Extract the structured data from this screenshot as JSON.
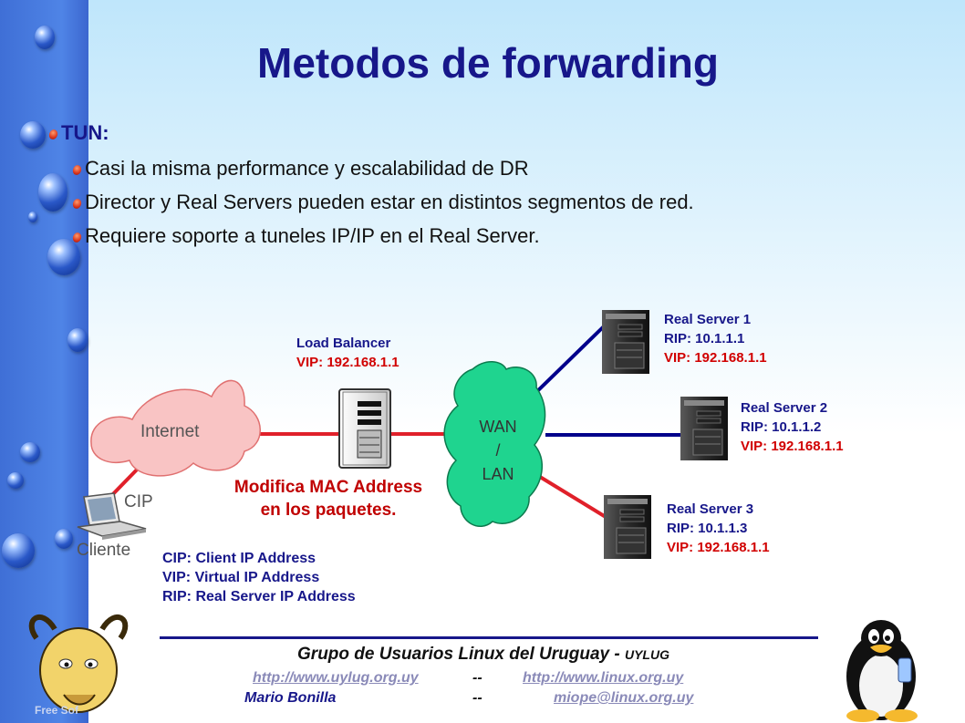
{
  "slide": {
    "title": "Metodos de forwarding"
  },
  "bullets": {
    "level1": "TUN:",
    "level2": [
      "Casi la misma performance y escalabilidad de DR",
      "Director y Real Servers pueden estar en distintos segmentos de red.",
      "Requiere soporte a tuneles IP/IP en el Real Server."
    ]
  },
  "diagram": {
    "internet_label": "Internet",
    "client_label": "Cliente",
    "cip_label": "CIP",
    "load_balancer": {
      "name": "Load Balancer",
      "vip": "VIP: 192.168.1.1"
    },
    "wan": {
      "line1": "WAN",
      "line2": "/",
      "line3": "LAN"
    },
    "mac_note": {
      "line1": "Modifica MAC Address",
      "line2": "en los paquetes."
    },
    "servers": [
      {
        "name": "Real Server 1",
        "rip": "RIP: 10.1.1.1",
        "vip": "VIP: 192.168.1.1"
      },
      {
        "name": "Real Server 2",
        "rip": "RIP: 10.1.1.2",
        "vip": "VIP: 192.168.1.1"
      },
      {
        "name": "Real Server 3",
        "rip": "RIP: 10.1.1.3",
        "vip": "VIP: 192.168.1.1"
      }
    ],
    "legend": [
      "CIP: Client IP Address",
      "VIP: Virtual IP Address",
      "RIP: Real Server IP Address"
    ]
  },
  "footer": {
    "org_name": "Grupo de Usuarios Linux del Uruguay - ",
    "org_abbr": "UYLUG",
    "link1": "http://www.uylug.org.uy",
    "sep1": "--",
    "link2": "http://www.linux.org.uy",
    "author": "Mario Bonilla",
    "sep2": "--",
    "email": "miope@linux.org.uy",
    "logo_caption": "Free Sof"
  },
  "colors": {
    "title": "#17178a",
    "accent_red": "#d10000",
    "link_blue": "#000080",
    "cloud_internet": "#f9c4c4",
    "cloud_wan": "#1fd48f"
  }
}
